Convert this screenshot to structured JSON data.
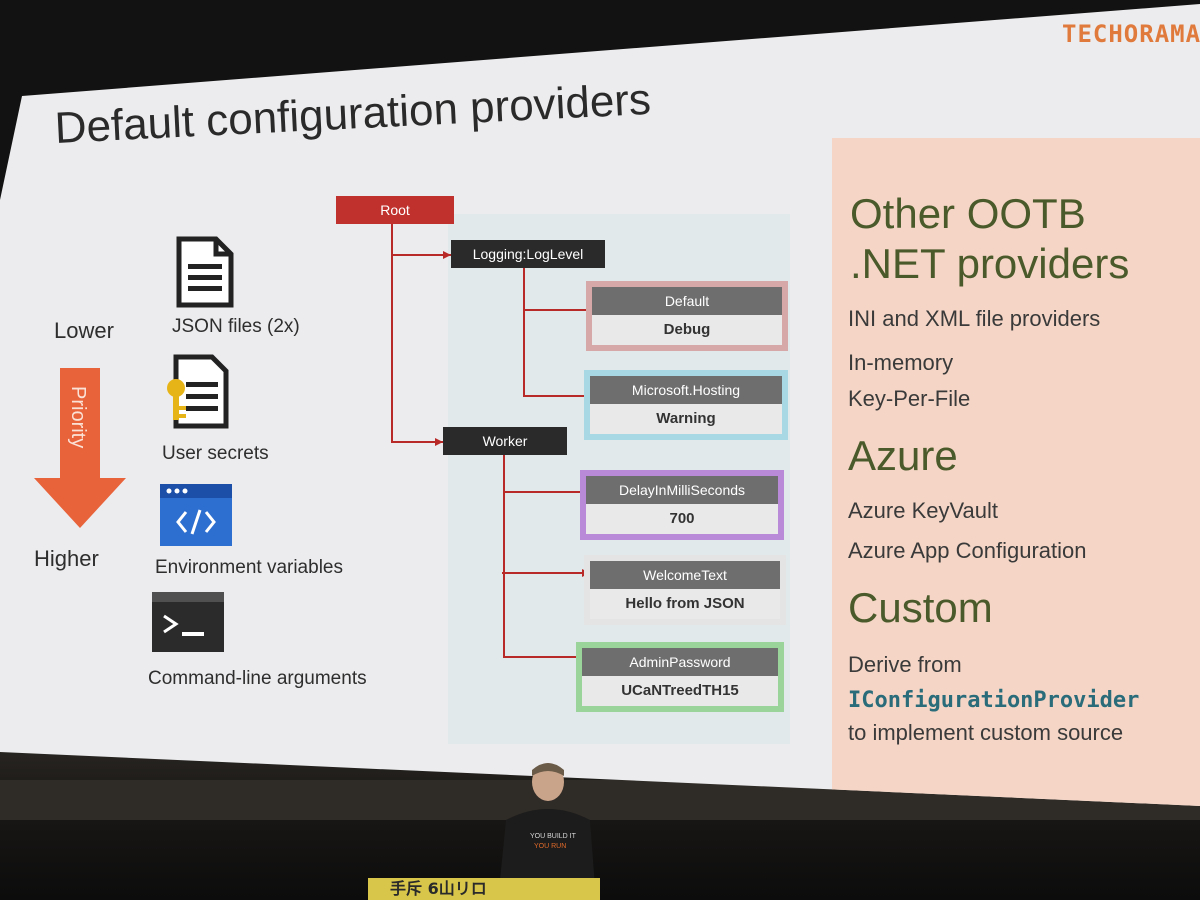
{
  "brand": "TECHORAMA",
  "slide": {
    "title": "Default configuration providers",
    "priority": {
      "lower": "Lower",
      "arrow_label": "Priority",
      "higher": "Higher"
    },
    "sources": [
      {
        "icon": "json-file-icon",
        "label": "JSON files  (2x)"
      },
      {
        "icon": "user-secrets-icon",
        "label": "User secrets"
      },
      {
        "icon": "environment-variables-icon",
        "label": "Environment variables"
      },
      {
        "icon": "command-line-icon",
        "label": "Command-line arguments"
      }
    ],
    "tree": {
      "root": "Root",
      "logging": "Logging:LogLevel",
      "worker": "Worker",
      "leaves": [
        {
          "key": "Default",
          "value": "Debug",
          "border_color": "#d6a8a8"
        },
        {
          "key": "Microsoft.Hosting",
          "value": "Warning",
          "border_color": "#a8d8e4"
        },
        {
          "key": "DelayInMilliSeconds",
          "value": "700",
          "border_color": "#b88ad8"
        },
        {
          "key": "WelcomeText",
          "value": "Hello from JSON",
          "border_color": "#e4e4e4"
        },
        {
          "key": "AdminPassword",
          "value": "UCaNTreedTH15",
          "border_color": "#9ad49a"
        }
      ]
    },
    "side_panel": {
      "heading_line1": "Other OOTB",
      "heading_line2": ".NET providers",
      "items": [
        "INI and XML file providers",
        "In-memory",
        "Key-Per-File"
      ],
      "azure_heading": "Azure",
      "azure_items": [
        "Azure KeyVault",
        "Azure App Configuration"
      ],
      "custom_heading": "Custom",
      "custom_line1": "Derive from",
      "custom_code": "IConfigurationProvider",
      "custom_line2": "to implement custom source"
    }
  },
  "colors": {
    "root_node": "#c0312e",
    "priority_arrow": "#e8623a",
    "side_panel_bg": "#f5d6c6",
    "heading_green": "#4b5a2a",
    "code_teal": "#2b6c7a"
  },
  "podium_text": "手斥 6山リロ"
}
